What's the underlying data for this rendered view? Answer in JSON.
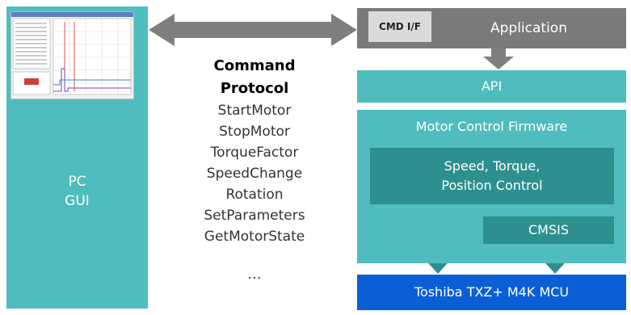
{
  "pc": {
    "label": "PC\nGUI"
  },
  "protocol": {
    "title": "Command\nProtocol",
    "commands": [
      "StartMotor",
      "StopMotor",
      "TorqueFactor",
      "SpeedChange",
      "Rotation",
      "SetParameters",
      "GetMotorState"
    ],
    "ellipsis": "…"
  },
  "stack": {
    "cmd_if": "CMD I/F",
    "application": "Application",
    "api": "API",
    "firmware": "Motor Control Firmware",
    "speed_control": "Speed, Torque,\nPosition Control",
    "cmsis": "CMSIS",
    "mcu": "Toshiba TXZ+ M4K MCU"
  },
  "colors": {
    "teal": "#4fbdbd",
    "dark_teal": "#2e8f8f",
    "gray": "#7a7a7a",
    "arrow_gray": "#7f7f7f",
    "blue": "#0a5fd6"
  }
}
